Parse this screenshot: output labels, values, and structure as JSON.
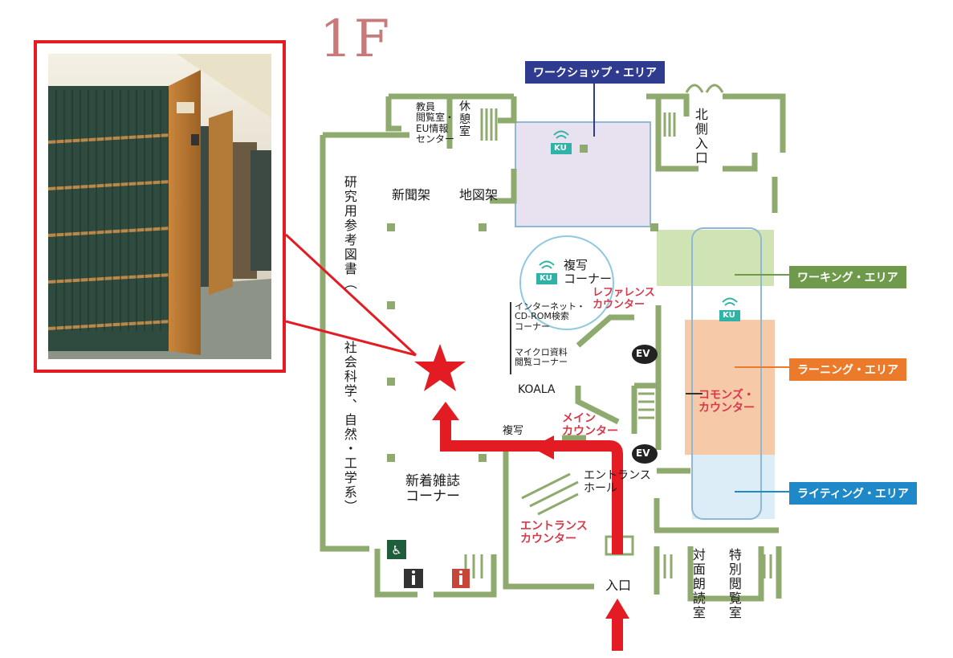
{
  "floor": "1F",
  "areas": {
    "workshop": "ワークショップ・エリア",
    "working": "ワーキング・エリア",
    "learning": "ラーニング・エリア",
    "writing": "ライティング・エリア"
  },
  "rooms": {
    "faculty_reading": "教員\n閲覧室・\nEU情報\nセンター",
    "rest_room": "休\n憩\n室",
    "north_entrance": "北側入口",
    "newspaper": "新聞架",
    "maps": "地図架",
    "research_reference": "研究用参考図書（",
    "social_science": "社会科学、自然・工学系）",
    "copy_corner": "複写\nコーナー",
    "reference_counter": "レファレンス\nカウンター",
    "internet_corner": "インターネット・\nCD-ROM検索\nコーナー",
    "microfilm": "マイクロ資料\n閲覧コーナー",
    "koala": "KOALA",
    "copy": "複写",
    "main_counter": "メイン\nカウンター",
    "entrance_hall": "エントランス\nホール",
    "new_magazines": "新着雑誌\nコーナー",
    "entrance_counter": "エントランス\nカウンター",
    "commons_counter": "コモンズ・\nカウンター",
    "entrance": "入口",
    "face_reading": "対面朗読室",
    "special_reading": "特別閲覧室",
    "ev": "EV",
    "ku": "KU"
  },
  "colors": {
    "wall": "#8faa6e",
    "highlight_red": "#e31c23",
    "workshop_fill": "#e8e2f0",
    "working_fill": "#cfe3b4",
    "learning_fill": "#f6c9a8",
    "writing_fill": "#dcedf8",
    "workshop_tag": "#2f3b8e",
    "working_tag": "#6f9a4c",
    "learning_tag": "#ec7a2b",
    "writing_tag": "#1e88c8",
    "ku_icon": "#2fb3a6"
  },
  "icons": [
    "wheelchair-icon",
    "mens-restroom-icon",
    "womens-restroom-icon",
    "wifi-icon",
    "star-marker-icon",
    "direction-arrow-icon"
  ]
}
